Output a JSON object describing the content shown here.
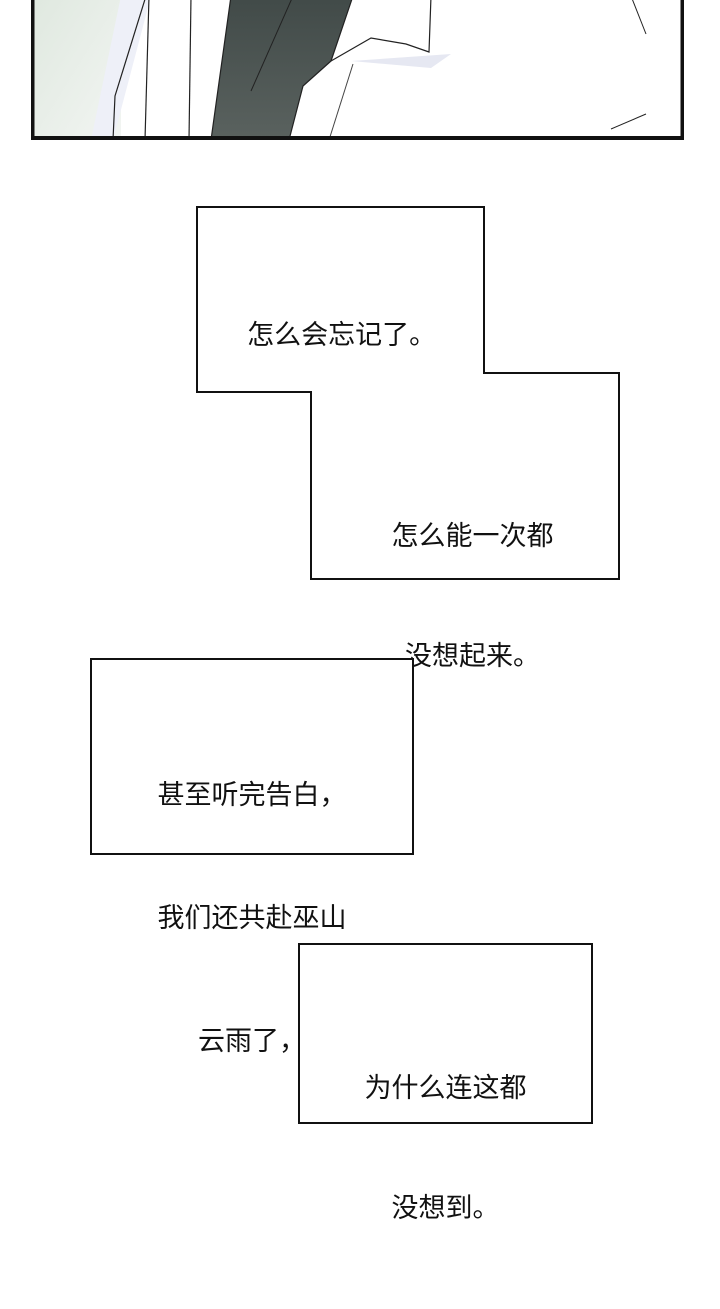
{
  "bubbles": [
    {
      "lines": [
        "怎么会忘记了。"
      ]
    },
    {
      "lines": [
        "怎么能一次都",
        "没想起来。"
      ]
    },
    {
      "lines": [
        "甚至听完告白，",
        "我们还共赴巫山",
        "云雨了，"
      ]
    },
    {
      "lines": [
        "为什么连这都",
        "没想到。"
      ]
    }
  ]
}
